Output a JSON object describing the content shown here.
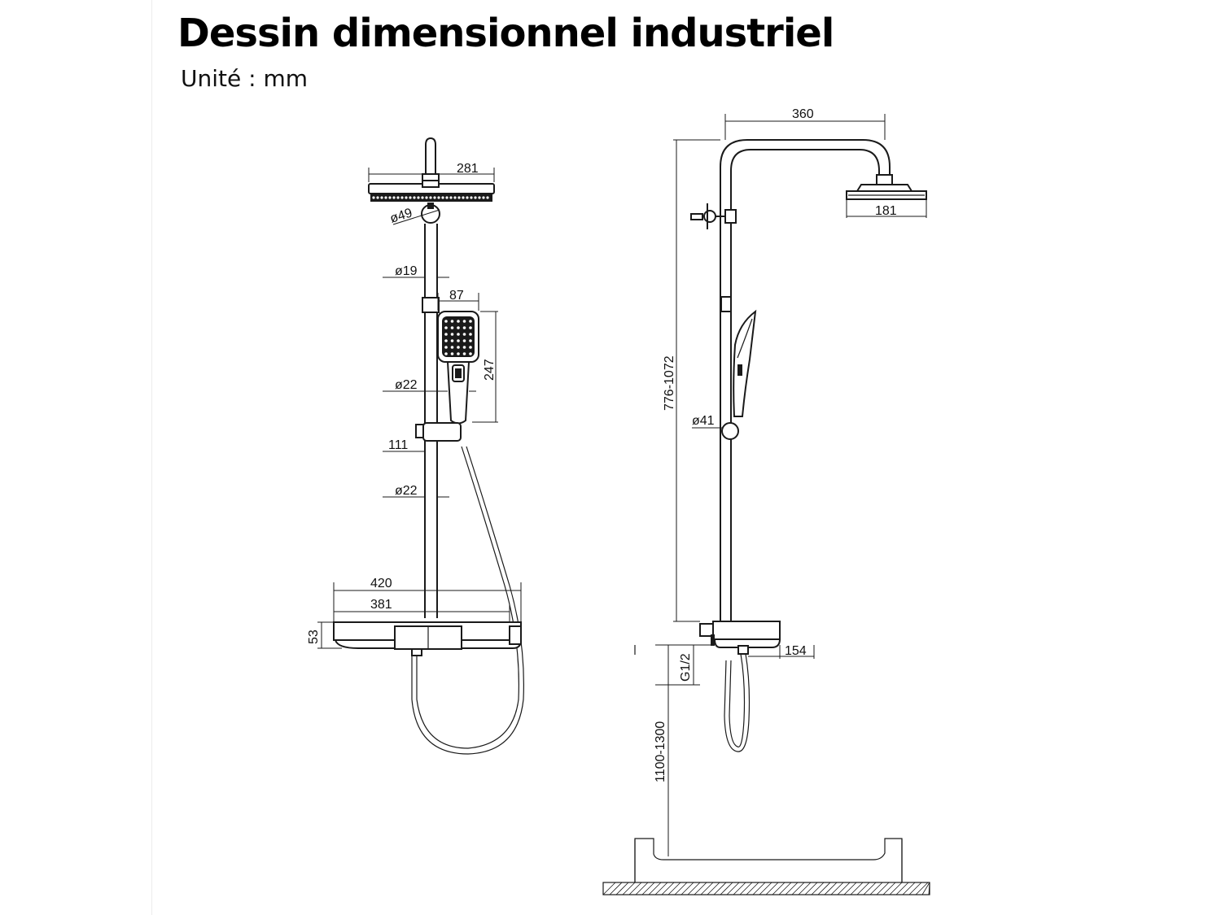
{
  "header": {
    "title": "Dessin dimensionnel industriel",
    "unit": "Unité : mm"
  },
  "front_view": {
    "rain_head_width": "281",
    "connector_diameter": "ø49",
    "pipe_upper_diameter": "ø19",
    "hand_shower_width": "87",
    "hand_shower_height": "247",
    "hand_shower_diameter": "ø22",
    "slider_offset": "111",
    "pipe_lower_diameter": "ø22",
    "shelf_width": "420",
    "shelf_inner_width": "381",
    "shelf_height": "53"
  },
  "side_view": {
    "arm_length": "360",
    "rain_head_diameter": "181",
    "column_height": "776-1072",
    "slider_diameter": "ø41",
    "shelf_depth": "154",
    "inlet_thread": "G1/2",
    "install_height": "1100-1300"
  }
}
